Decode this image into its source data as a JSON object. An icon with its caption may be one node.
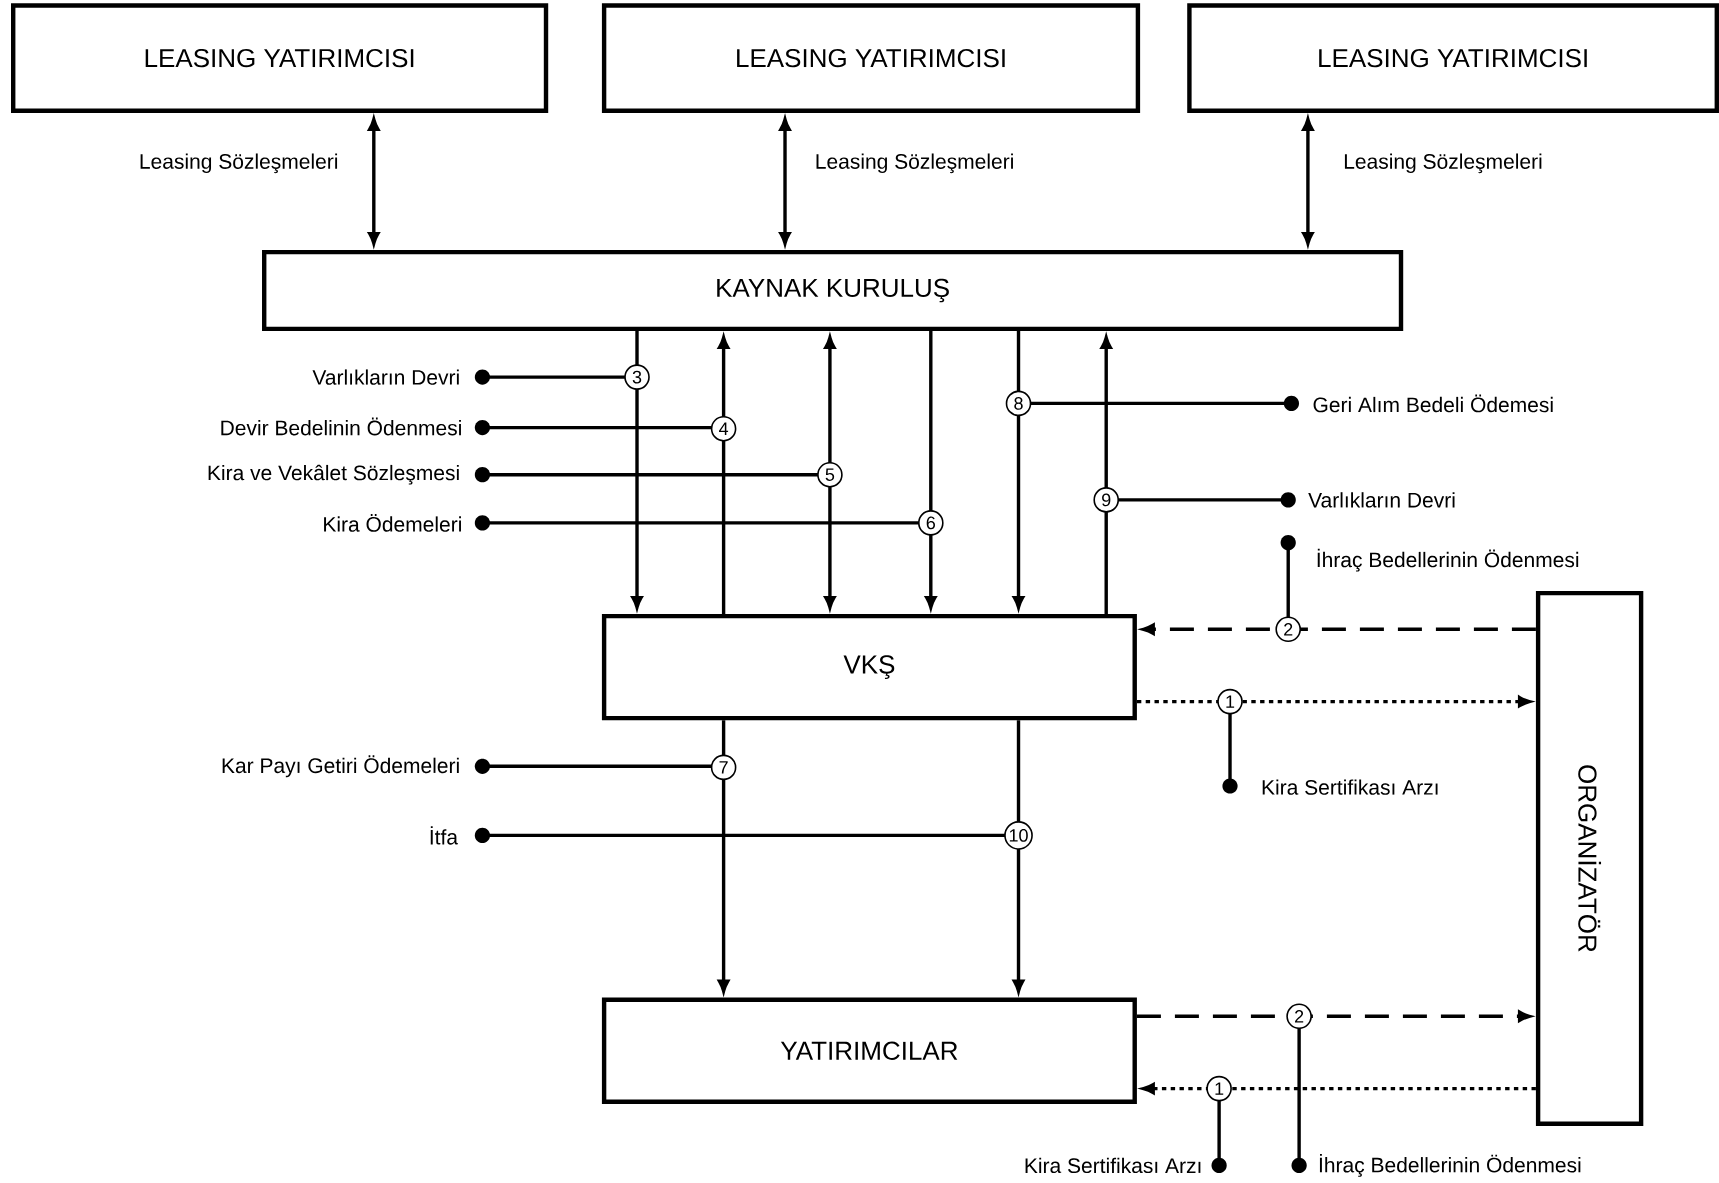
{
  "diagram": {
    "nodes": [
      {
        "text": [
          "LEASING YATIRIMCISI"
        ]
      },
      {
        "text": [
          "LEASING YATIRIMCISI"
        ]
      },
      {
        "text": [
          "LEASING YATIRIMCISI"
        ]
      },
      {
        "text": [
          "KAYNAK KURULUŞ"
        ]
      },
      {
        "text": [
          "VKŞ"
        ]
      },
      {
        "text": [
          "YATIRIMCILAR"
        ]
      },
      {
        "text": [
          "ORGANİZATÖR"
        ]
      },
      {
        "text": [
          "Varlıkların Devri"
        ]
      },
      {
        "text": [
          "Devir Bedelinin Ödenmesi"
        ]
      },
      {
        "text": [
          "Kira ve Vekâlet Sözleşmesi"
        ]
      },
      {
        "text": [
          "Kira Ödemeleri"
        ]
      },
      {
        "text": [
          "Geri Alım Bedeli Ödemesi"
        ]
      },
      {
        "text": [
          "Varlıkların Devri"
        ]
      },
      {
        "text": [
          "İhraç Bedellerinin Ödenmesi"
        ]
      },
      {
        "text": [
          "Kira Sertifikası Arzı"
        ]
      },
      {
        "text": [
          "Kar Payı Getiri Ödemeleri"
        ]
      },
      {
        "text": [
          "İtfa"
        ]
      },
      {
        "text": [
          "Kira Sertifikası Arzı"
        ]
      },
      {
        "text": [
          "İhraç Bedellerinin Ödenmesi"
        ]
      }
    ],
    "edges": [
      {
        "from": 0,
        "to": 3,
        "arrow": "both",
        "label": "Leasing Sözleşmeleri"
      },
      {
        "from": 1,
        "to": 3,
        "arrow": "both",
        "label": "Leasing Sözleşmeleri"
      },
      {
        "from": 2,
        "to": 3,
        "arrow": "both",
        "label": "Leasing Sözleşmeleri"
      },
      {
        "from": 3,
        "to": 4,
        "arrow": "to",
        "label": "3"
      },
      {
        "from": 4,
        "to": 3,
        "arrow": "to",
        "label": "4"
      },
      {
        "from": 3,
        "to": 4,
        "arrow": "both",
        "label": "5"
      },
      {
        "from": 3,
        "to": 4,
        "arrow": "to",
        "label": "6"
      },
      {
        "from": 3,
        "to": 4,
        "arrow": "to",
        "label": "8"
      },
      {
        "from": 4,
        "to": 3,
        "arrow": "to",
        "label": "9"
      },
      {
        "from": 4,
        "to": 5,
        "arrow": "to",
        "label": "7"
      },
      {
        "from": 4,
        "to": 5,
        "arrow": "to",
        "label": "10"
      },
      {
        "from": 6,
        "to": 4,
        "arrow": "to",
        "label": "2",
        "style": "dashed"
      },
      {
        "from": 4,
        "to": 6,
        "arrow": "to",
        "label": "1",
        "style": "dashed"
      },
      {
        "from": 5,
        "to": 6,
        "arrow": "to",
        "label": "2",
        "style": "dashed"
      },
      {
        "from": 6,
        "to": 5,
        "arrow": "to",
        "label": "1",
        "style": "dashed"
      },
      {
        "from": 7,
        "to": null,
        "arrow": "other"
      },
      {
        "from": 8,
        "to": null,
        "arrow": "other"
      },
      {
        "from": 9,
        "to": null,
        "arrow": "other"
      },
      {
        "from": 10,
        "to": null,
        "arrow": "other"
      },
      {
        "from": 11,
        "to": null,
        "arrow": "other"
      },
      {
        "from": 12,
        "to": null,
        "arrow": "other"
      },
      {
        "from": 13,
        "to": null,
        "arrow": "other"
      },
      {
        "from": 14,
        "to": null,
        "arrow": "other"
      },
      {
        "from": 15,
        "to": null,
        "arrow": "other"
      },
      {
        "from": 16,
        "to": null,
        "arrow": "other"
      },
      {
        "from": 17,
        "to": null,
        "arrow": "other"
      },
      {
        "from": 18,
        "to": null,
        "arrow": "other"
      }
    ]
  }
}
